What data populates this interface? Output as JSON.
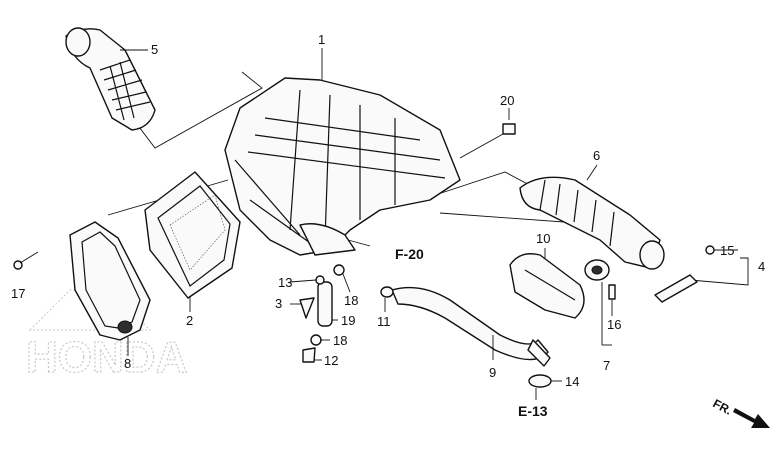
{
  "diagram": {
    "callouts": [
      "1",
      "2",
      "3",
      "4",
      "5",
      "6",
      "7",
      "8",
      "9",
      "10",
      "11",
      "12",
      "13",
      "14",
      "15",
      "16",
      "17",
      "18",
      "18",
      "19",
      "20"
    ],
    "references": [
      "F-20",
      "E-13"
    ],
    "direction": "FR.",
    "watermark": "HONDA"
  }
}
